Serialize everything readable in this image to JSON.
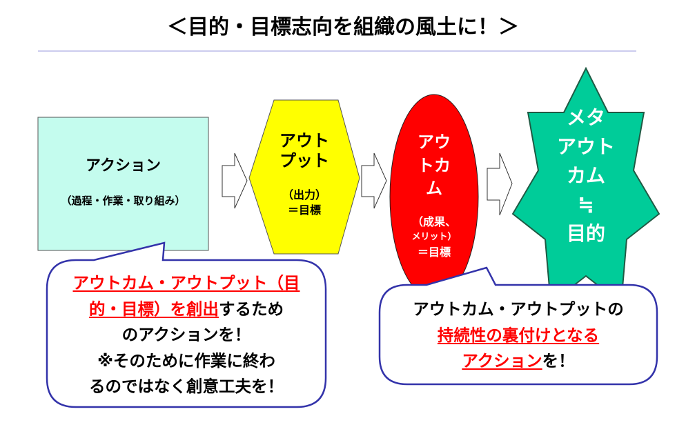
{
  "title": "＜目的・目標志向を組織の風土に！＞",
  "action": {
    "label": "アクション",
    "sub": "（過程・作業・取り組み）"
  },
  "output": {
    "line1": "アウト",
    "line2": "プット",
    "sub1": "（出力）",
    "sub2": "＝目標"
  },
  "outcome": {
    "line1": "アウ",
    "line2": "トカ",
    "line3": "ム",
    "sub1": "（成果、",
    "sub2": "メリット）",
    "sub3": "＝目標"
  },
  "meta": {
    "line1": "メタ",
    "line2": "アウト",
    "line3": "カム",
    "line4": "≒",
    "line5": "目的"
  },
  "bubble_left": {
    "red1": "アウトカム・アウトプット（目",
    "red2": "的・目標）を創出",
    "black2": "するため",
    "line3": "のアクションを！",
    "line4": "※そのために作業に終わ",
    "line5": "るのではなく創意工夫を！"
  },
  "bubble_right": {
    "line1": "アウトカム・アウトプットの",
    "red2": "持続性の裏付けとなる",
    "red3": "アクション",
    "black3": "を！"
  },
  "colors": {
    "action": "#c4fcee",
    "output": "#ffff00",
    "outcome": "#ff0000",
    "meta": "#00cc99",
    "bubble_border": "#3333aa",
    "rule": "#ccccee"
  }
}
